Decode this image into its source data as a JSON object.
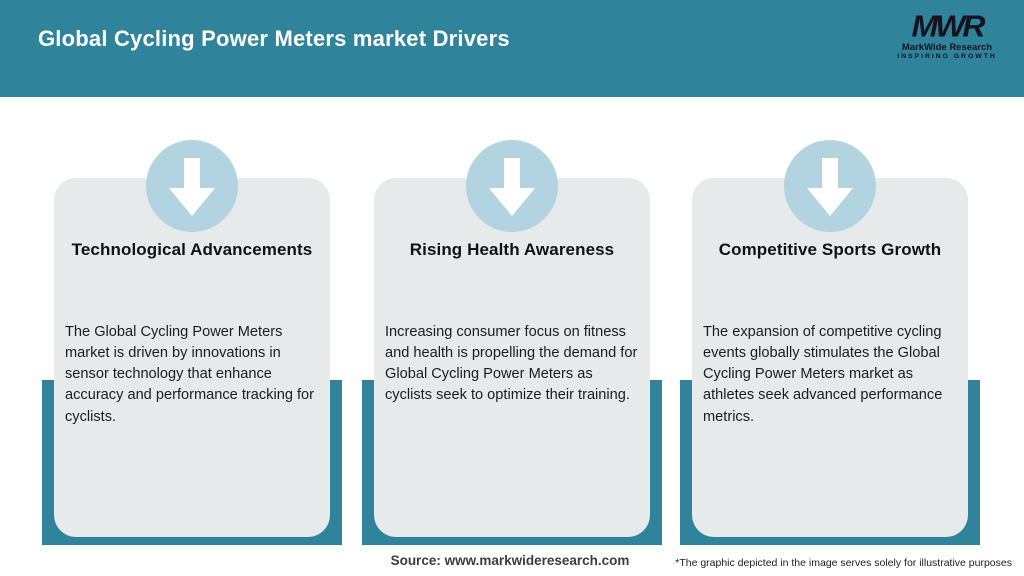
{
  "header": {
    "title": "Global Cycling Power Meters market Drivers",
    "logo": {
      "monogram": "MWR",
      "name": "MarkWide Research",
      "tagline": "INSPIRING GROWTH"
    }
  },
  "cards": [
    {
      "icon": "arrow-down-icon",
      "title": "Technological Advancements",
      "description": "The Global Cycling Power Meters market is driven by innovations in sensor technology that enhance accuracy and performance tracking for cyclists."
    },
    {
      "icon": "arrow-down-icon",
      "title": "Rising Health Awareness",
      "description": "Increasing consumer focus on fitness and health is propelling the demand for Global Cycling Power Meters as cyclists seek to optimize their training."
    },
    {
      "icon": "arrow-down-icon",
      "title": "Competitive Sports Growth",
      "description": "The expansion of competitive cycling events globally stimulates the Global Cycling Power Meters market as athletes seek advanced performance metrics."
    }
  ],
  "footer": {
    "source": "Source: www.markwideresearch.com",
    "disclaimer": "*The graphic depicted in the image serves solely for illustrative purposes"
  },
  "colors": {
    "teal": "#2f839b",
    "card_background": "#e6eaeb",
    "circle_blue": "#b2d4e1",
    "title_text": "#ffffff",
    "body_text": "#1c1c1c"
  }
}
